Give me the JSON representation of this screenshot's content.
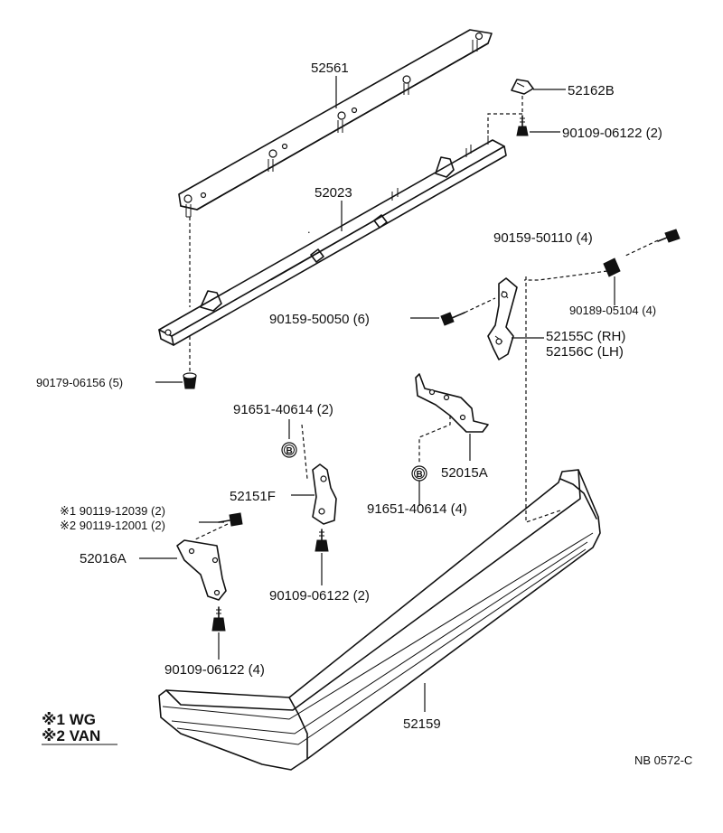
{
  "labels": {
    "p52561": "52561",
    "p52162b": "52162B",
    "p90109_06122_2a": "90109-06122 (2)",
    "p52023": "52023",
    "p90159_50110": "90159-50110 (4)",
    "p90189_05104": "90189-05104 (4)",
    "p90159_50050": "90159-50050 (6)",
    "p52155c": "52155C (RH)",
    "p52156c": "52156C (LH)",
    "p90179_06156": "90179-06156 (5)",
    "p91651_40614_2": "91651-40614 (2)",
    "p52015a": "52015A",
    "p52151f": "52151F",
    "p91651_40614_4": "91651-40614 (4)",
    "p90119_12039": "※1 90119-12039 (2)",
    "p90119_12001": "※2 90119-12001 (2)",
    "p52016a": "52016A",
    "p90109_06122_2b": "90109-06122 (2)",
    "p90109_06122_4": "90109-06122 (4)",
    "p52159": "52159",
    "circle_b1": "B",
    "circle_b2": "B"
  },
  "legend": {
    "note1": "※1 WG",
    "note2": "※2 VAN"
  },
  "diagram_code": "NB 0572-C"
}
